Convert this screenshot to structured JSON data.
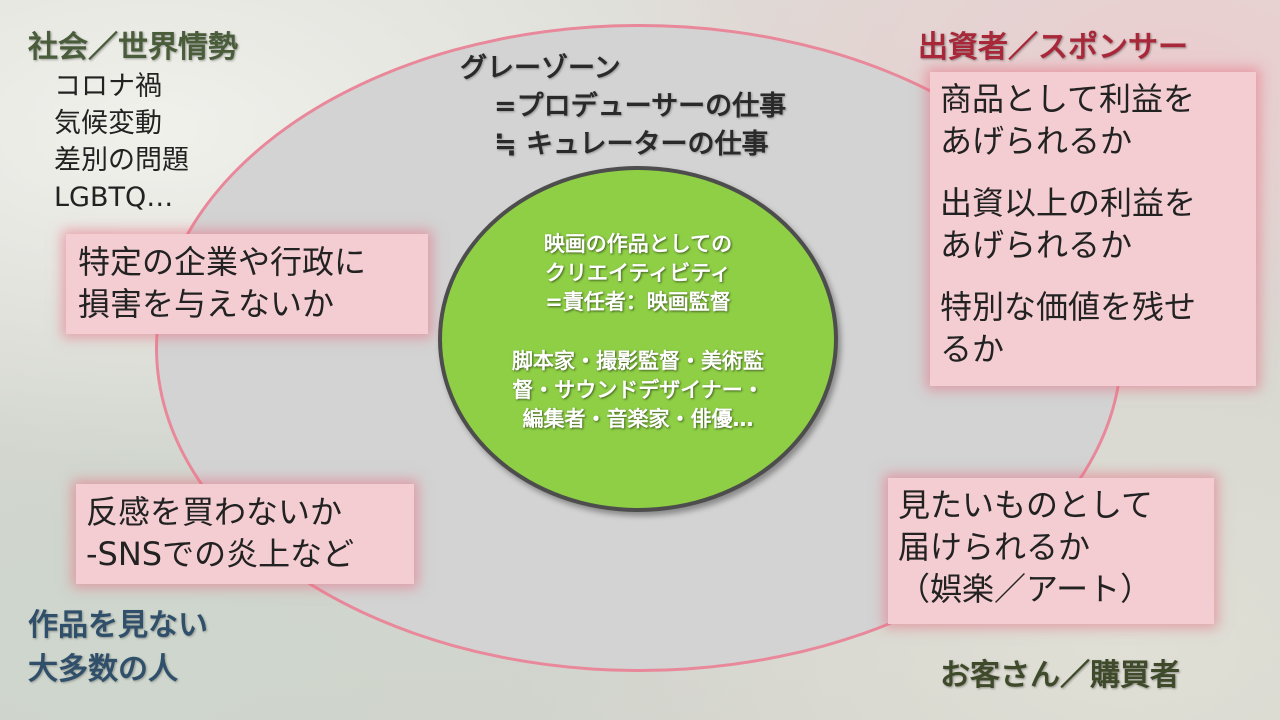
{
  "society": {
    "title": "社会／世界情勢",
    "items": [
      "コロナ禍",
      "気候変動",
      "差別の問題",
      "LGBTQ…"
    ],
    "box_lines": [
      "特定の企業や行政に",
      "損害を与えないか"
    ]
  },
  "sponsor": {
    "title": "出資者／スポンサー",
    "box_lines": [
      "商品として利益を",
      "あげられるか",
      "出資以上の利益を",
      "あげられるか",
      "特別な価値を残せ",
      "るか"
    ]
  },
  "non_viewers": {
    "title_lines": [
      "作品を見ない",
      "大多数の人"
    ],
    "box_lines": [
      "反感を買わないか",
      "-SNSでの炎上など"
    ]
  },
  "customers": {
    "title": "お客さん／購買者",
    "box_lines": [
      "見たいものとして",
      "届けられるか",
      "（娯楽／アート）"
    ]
  },
  "gray_zone": {
    "lines": [
      "グレーゾーン",
      "=プロデューサーの仕事",
      "≒ キュレーターの仕事"
    ]
  },
  "center": {
    "lines_top": [
      "映画の作品としての",
      "クリエイティビティ",
      "=責任者：映画監督"
    ],
    "lines_bottom": [
      "脚本家・撮影監督・美術監",
      "督・サウンドデザイナー・",
      "編集者・音楽家・俳優…"
    ]
  },
  "colors": {
    "outer_ellipse_fill": "#d3d3d3",
    "outer_ellipse_border": "#e9889a",
    "inner_circle_fill": "#8ecf45",
    "box_fill": "#f4cdd2",
    "society_title": "#4a5d3a",
    "sponsor_title": "#a8283a",
    "non_viewers_title": "#2f4f6a",
    "customers_title": "#3f4a2a"
  }
}
